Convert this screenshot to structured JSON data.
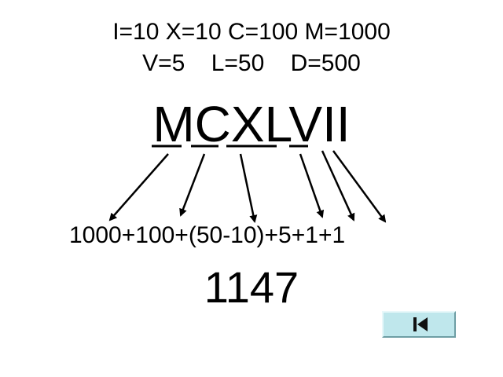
{
  "legend": {
    "line1": "I=10 X=10 C=100 M=1000",
    "line2": "V=5    L=50    D=500"
  },
  "numeral": [
    "M",
    "C",
    "XL",
    "V",
    "I",
    "I"
  ],
  "expression": "1000+100+(50-10)+5+1+1",
  "result": "1147",
  "nav": {
    "back_icon": "skip-back-icon"
  },
  "colors": {
    "button_fill": "#bfe7ec",
    "text": "#000000"
  }
}
